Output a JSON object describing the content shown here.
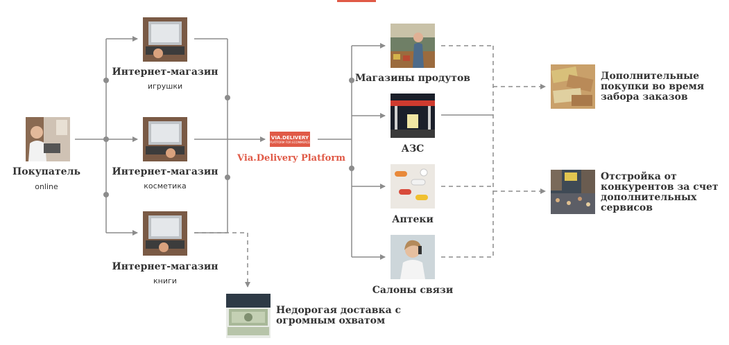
{
  "colors": {
    "accent": "#e05a47",
    "connector": "#8c8c8c",
    "text": "#333333"
  },
  "buyer": {
    "title": "Покупатель",
    "subtitle": "online"
  },
  "stores": [
    {
      "title": "Интернет-магазин",
      "subtitle": "игрушки"
    },
    {
      "title": "Интернет-магазин",
      "subtitle": "косметика"
    },
    {
      "title": "Интернет-магазин",
      "subtitle": "книги"
    }
  ],
  "platform": {
    "logo_text": "VIA.DELIVERY",
    "logo_subtext": "PLATFORM FOR ECOMMERCE",
    "name": "Via.Delivery Platform"
  },
  "partners": [
    {
      "title": "Магазины продутов"
    },
    {
      "title": "АЗС"
    },
    {
      "title": "Аптеки"
    },
    {
      "title": "Салоны связи"
    }
  ],
  "benefits": [
    {
      "text": "Дополнительные\nпокупки во время\nзабора заказов"
    },
    {
      "text": "Отстройка от\nконкурентов за счет\nдополнительных\nсервисов"
    },
    {
      "text": "Недорогая доставка с\nогромным охватом"
    }
  ]
}
